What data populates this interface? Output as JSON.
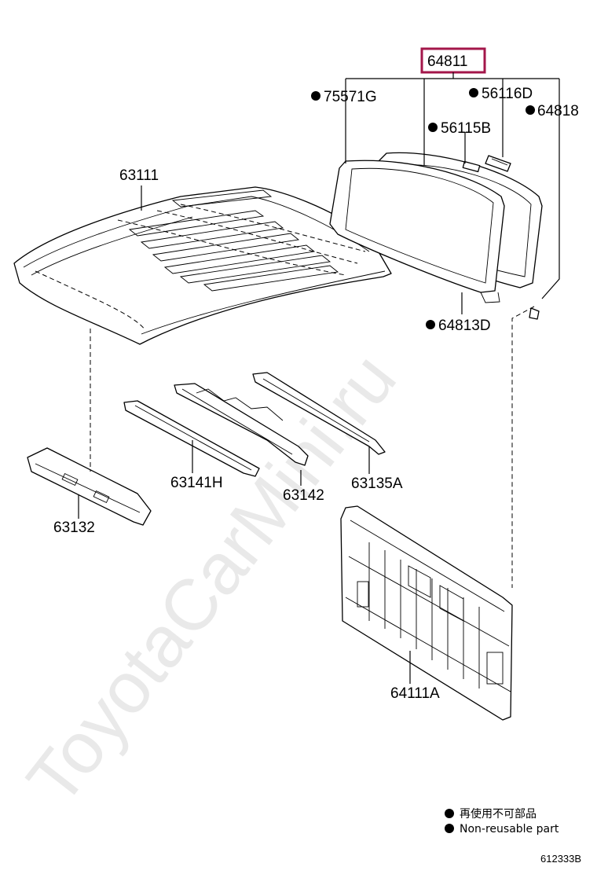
{
  "watermark": "ToyotaCarMini.ru",
  "highlighted_part": "64811",
  "parts": {
    "p64811": "64811",
    "p75571g": "75571G",
    "p56116d": "56116D",
    "p64818": "64818",
    "p56115b": "56115B",
    "p63111": "63111",
    "p64813d": "64813D",
    "p63141h": "63141H",
    "p63142": "63142",
    "p63135a": "63135A",
    "p63132": "63132",
    "p64111a": "64111A"
  },
  "legend": {
    "chinese": "再使用不可部品",
    "english": "Non-reusable part"
  },
  "ref_code": "612333B"
}
